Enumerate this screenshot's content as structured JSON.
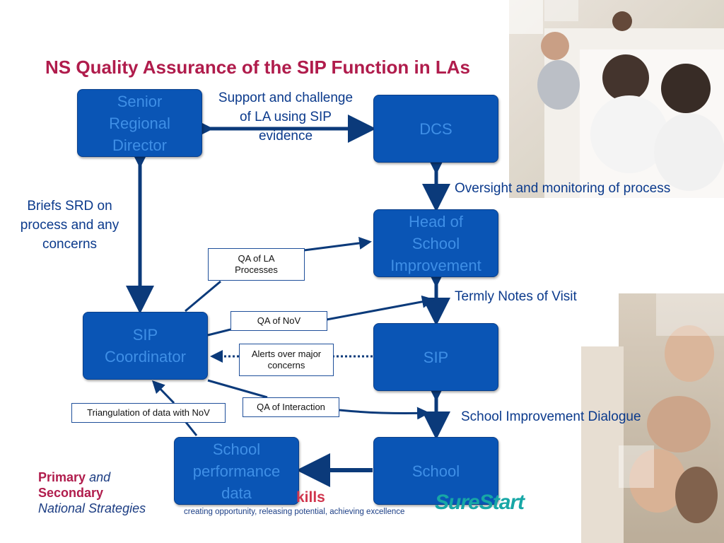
{
  "title": "NS Quality Assurance of the SIP Function in LAs",
  "boxes": {
    "srd": "Senior\nRegional\nDirector",
    "dcs": "DCS",
    "hsi": "Head of\nSchool\nImprovement",
    "sip_coord": "SIP\nCoordinator",
    "sip": "SIP",
    "school_perf": "School\nperformance\ndata",
    "school": "School"
  },
  "notes": {
    "support_challenge": "Support and challenge\nof LA using SIP\nevidence",
    "oversight": "Oversight and monitoring of process",
    "briefs": "Briefs SRD on\nprocess and any\nconcerns",
    "termly": "Termly Notes of Visit",
    "dialogue": "School Improvement Dialogue"
  },
  "labels": {
    "qa_la": "QA of LA\nProcesses",
    "qa_nov": "QA of NoV",
    "alerts": "Alerts over major\nconcerns",
    "qa_interaction": "QA of Interaction",
    "triangulation": "Triangulation of data with NoV"
  },
  "logos": {
    "pns_primary": "Primary",
    "pns_and": "and",
    "pns_secondary": "Secondary",
    "pns_strategies": "National Strategies",
    "dfes_skills": "kills",
    "dfes_tagline": "creating opportunity, releasing potential, achieving excellence",
    "surestart": "SureStart"
  },
  "colors": {
    "title": "#b01c4c",
    "box_fill": "#0a55b5",
    "box_text": "#3f8fe6",
    "arrow": "#0b3a7a",
    "note_text": "#0b3a8c"
  }
}
